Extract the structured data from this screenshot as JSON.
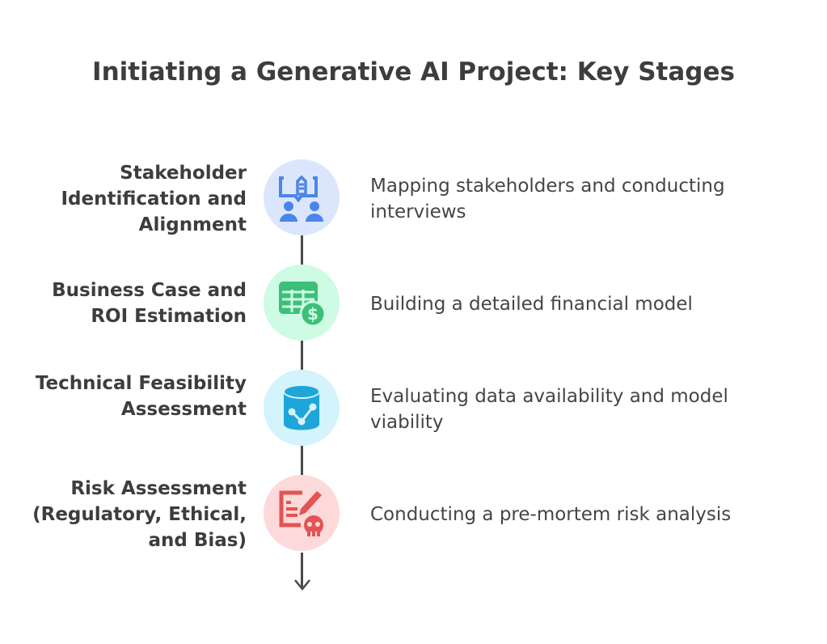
{
  "title": "Initiating a Generative AI Project: Key Stages",
  "stages": [
    {
      "label": "Stakeholder Identification and Alignment",
      "description": "Mapping stakeholders and conducting interviews",
      "icon": "stakeholders-icon",
      "bg": "#dbe6fd",
      "fg": "#4a86e8"
    },
    {
      "label": "Business Case and ROI Estimation",
      "description": "Building a detailed financial model",
      "icon": "spreadsheet-dollar-icon",
      "bg": "#cdfbe4",
      "fg": "#3dbf7a"
    },
    {
      "label": "Technical Feasibility Assessment",
      "description": "Evaluating data availability and model viability",
      "icon": "database-network-icon",
      "bg": "#d3f3fd",
      "fg": "#1ea6d8"
    },
    {
      "label": "Risk Assessment (Regulatory, Ethical, and Bias)",
      "description": "Conducting a pre-mortem risk analysis",
      "icon": "document-skull-icon",
      "bg": "#fdd9d9",
      "fg": "#e35454"
    }
  ]
}
